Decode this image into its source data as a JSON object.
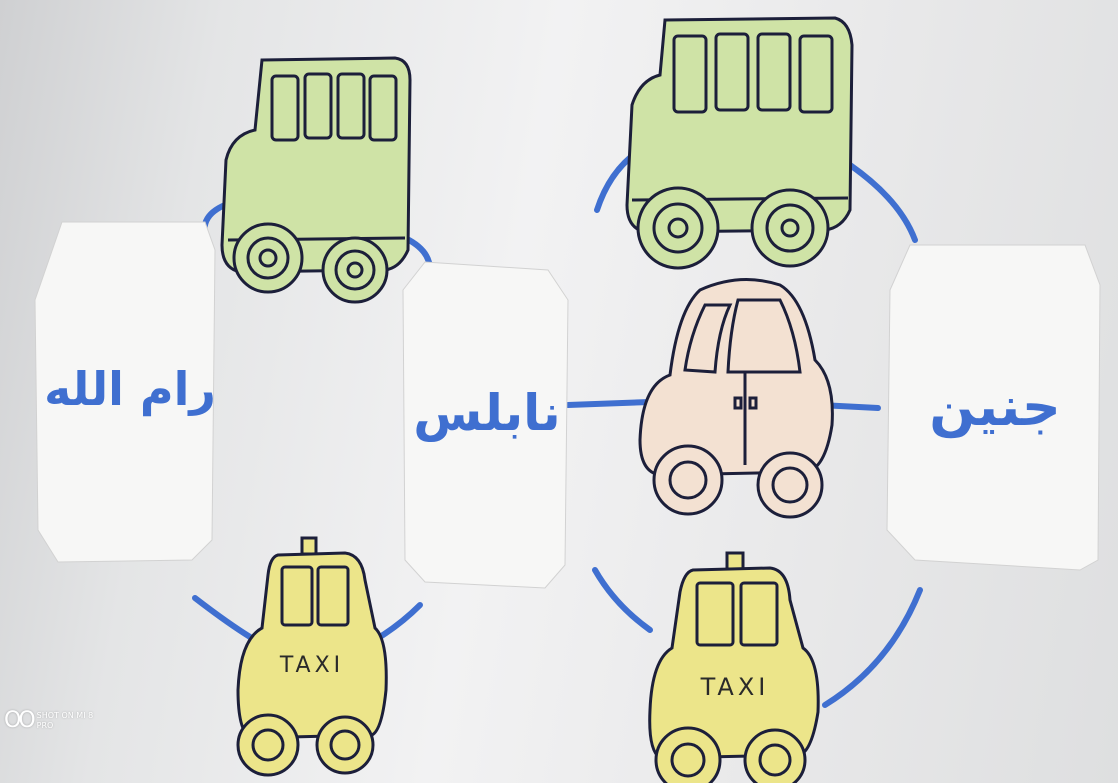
{
  "cards": {
    "ramallah": "رام الله",
    "nablus": "نابلس",
    "jenin": "جنين"
  },
  "taxi_label": "TAXI",
  "watermark": {
    "line1": "SHOT ON MI 8",
    "line2": "PRO"
  },
  "colors": {
    "marker_blue": "#3f6fd0",
    "bus_green": "#cfe3a6",
    "taxi_yellow": "#ece58a",
    "car_peach": "#f3e1d2",
    "outline": "#1c1f3a"
  }
}
